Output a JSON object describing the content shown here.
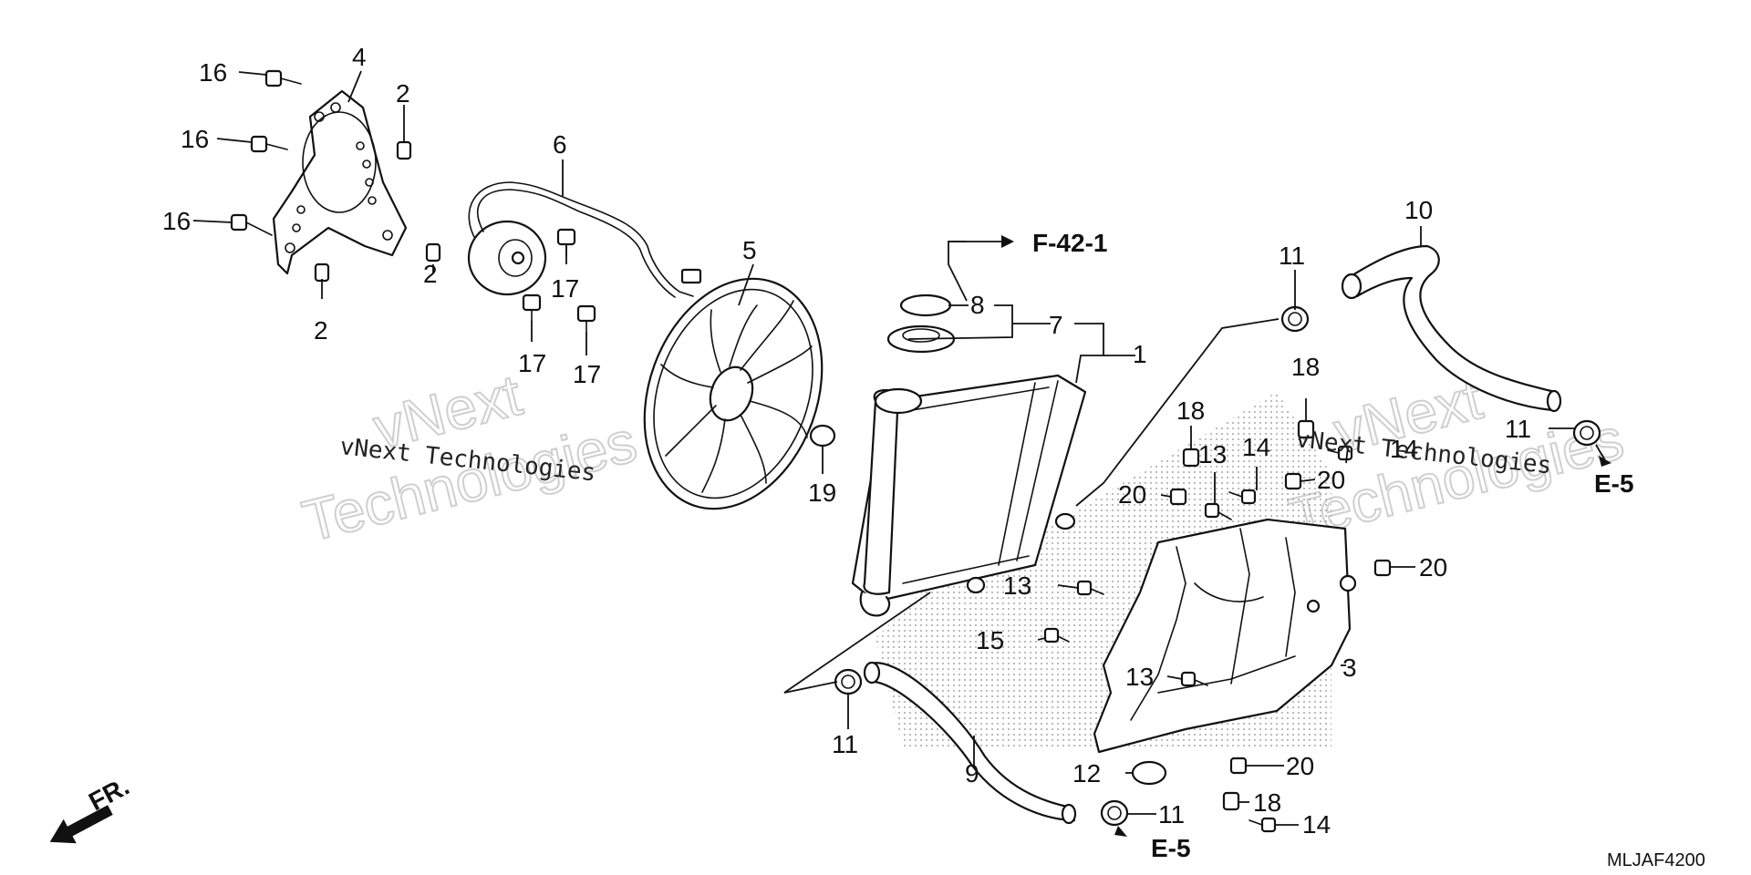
{
  "callouts": {
    "c1": "1",
    "c2a": "2",
    "c2b": "2",
    "c2c": "2",
    "c3": "3",
    "c4": "4",
    "c5": "5",
    "c6": "6",
    "c7": "7",
    "c8": "8",
    "c9": "9",
    "c10": "10",
    "c11a": "11",
    "c11b": "11",
    "c11c": "11",
    "c11d": "11",
    "c12": "12",
    "c13a": "13",
    "c13b": "13",
    "c13c": "13",
    "c14a": "14",
    "c14b": "14",
    "c14c": "14",
    "c15": "15",
    "c16a": "16",
    "c16b": "16",
    "c16c": "16",
    "c17a": "17",
    "c17b": "17",
    "c17c": "17",
    "c18a": "18",
    "c18b": "18",
    "c18c": "18",
    "c19": "19",
    "c20a": "20",
    "c20b": "20",
    "c20c": "20",
    "c20d": "20"
  },
  "references": {
    "ref_f42": "F-42-1",
    "ref_e5_right": "E-5",
    "ref_e5_bottom": "E-5"
  },
  "direction_label": "FR.",
  "diagram_code": "MLJAF4200",
  "watermarks": {
    "small_left": "vNext Technologies",
    "small_right": "vNext Technologies",
    "large_left_1": "vNext",
    "large_left_2": "Technologies",
    "large_right_1": "vNext",
    "large_right_2": "Technologies"
  }
}
